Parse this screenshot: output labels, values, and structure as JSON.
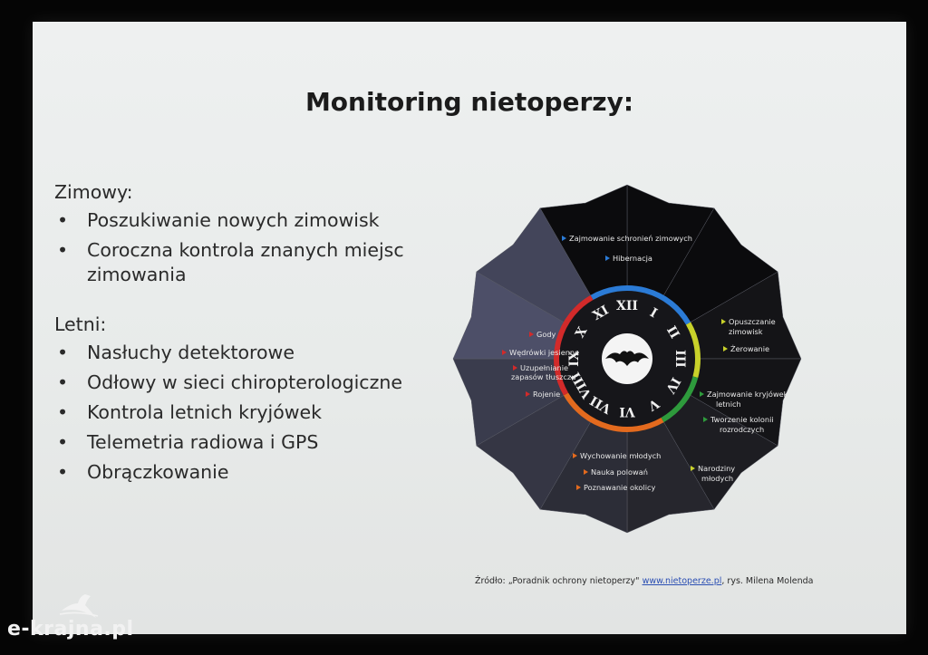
{
  "slide": {
    "title": "Monitoring nietoperzy:",
    "winter": {
      "heading": "Zimowy:",
      "bullets": [
        "Poszukiwanie nowych zimowisk",
        "Coroczna kontrola znanych miejsc\nzimowania"
      ]
    },
    "summer": {
      "heading": "Letni:",
      "bullets": [
        "Nasłuchy detektorowe",
        "Odłowy w sieci chiropterologiczne",
        "Kontrola letnich kryjówek",
        "Telemetria radiowa i GPS",
        "Obrączkowanie"
      ]
    },
    "bullet_symbol": "•"
  },
  "wheel": {
    "numerals": [
      "I",
      "II",
      "III",
      "IV",
      "V",
      "VI",
      "VII",
      "VIII",
      "IX",
      "X",
      "XI",
      "XII"
    ],
    "labels": {
      "zajmowanie_schronien": "Zajmowanie schronień zimowych",
      "hibernacja": "Hibernacja",
      "opuszczanie_1": "Opuszczanie",
      "opuszczanie_2": "zimowisk",
      "zerowanie": "Żerowanie",
      "zajmowanie_kryjowek_1": "Zajmowanie kryjówek",
      "zajmowanie_kryjowek_2": "letnich",
      "tworzenie_1": "Tworzenie kolonii",
      "tworzenie_2": "rozrodczych",
      "narodziny_1": "Narodziny",
      "narodziny_2": "młodych",
      "wychowanie": "Wychowanie młodych",
      "nauka": "Nauka polowań",
      "poznawanie": "Poznawanie okolicy",
      "gody": "Gody",
      "wedrowki": "Wędrówki jesienne",
      "uzupelnianie_1": "Uzupełnianie",
      "uzupelnianie_2": "zapasów tłuszczu",
      "rojenie": "Rojenie"
    },
    "colors": {
      "winter": "#2b7bd6",
      "spring": "#c8d12a",
      "summer_green": "#2e9a3c",
      "summer_orange": "#e36a1e",
      "autumn": "#d22a2a"
    }
  },
  "source": {
    "prefix": "Źródło: „Poradnik ochrony nietoperzy\" ",
    "link": "www.nietoperze.pl",
    "suffix": ", rys. Milena Molenda"
  },
  "watermark": "e-krajna.pl"
}
